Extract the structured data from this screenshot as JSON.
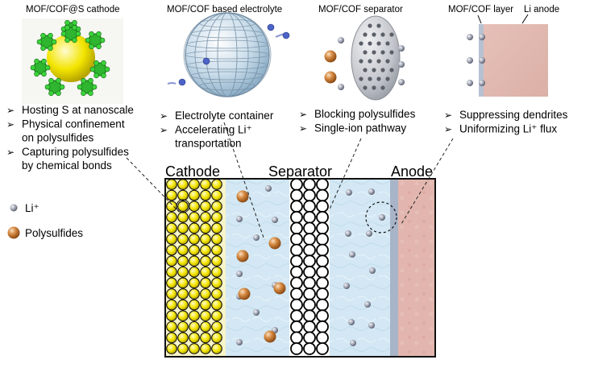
{
  "panels": {
    "cathode": {
      "title": "MOF/COF@S cathode",
      "bullets": [
        [
          "Hosting S at nanoscale"
        ],
        [
          "Physical confinement",
          "on polysulfides"
        ],
        [
          "Capturing polysulfides",
          "by chemical bonds"
        ]
      ]
    },
    "electrolyte": {
      "title": "MOF/COF based electrolyte",
      "bullets": [
        [
          "Electrolyte container"
        ],
        [
          "Accelerating Li⁺",
          "transportation"
        ]
      ]
    },
    "separator": {
      "title": "MOF/COF separator",
      "bullets": [
        [
          "Blocking polysulfides"
        ],
        [
          "Single-ion pathway"
        ]
      ]
    },
    "anode": {
      "title_layer": "MOF/COF layer",
      "title_anode": "Li anode",
      "bullets": [
        [
          "Suppressing dendrites"
        ],
        [
          "Uniformizing Li⁺ flux"
        ]
      ]
    }
  },
  "legend": {
    "li": "Li⁺",
    "polysulfides": "Polysulfides"
  },
  "cell": {
    "cathode_label": "Cathode",
    "separator_label": "Separator",
    "anode_label": "Anode"
  },
  "bullet_symbol": "➢",
  "colors": {
    "sulfur": "#f2e600",
    "electrolyte": "#cfe6f3",
    "anode": "#e3b8b0",
    "mof_layer": "#a6b3c6",
    "polysulfide": "#c8742c",
    "li_ion": "#8a8fa0"
  }
}
